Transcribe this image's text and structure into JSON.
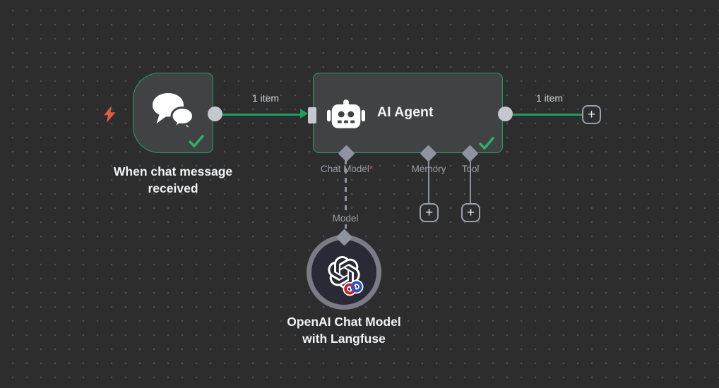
{
  "colors": {
    "canvas_background": "#2d2d2d",
    "grid_dot": "#4f5052",
    "node_background": "#414244",
    "node_border_green": "#23a161",
    "connection_green": "#1d9e5f",
    "checkmark_green": "#2eb069",
    "connector_light_gray": "#c5c7ce",
    "port_gray": "#8e93a2",
    "label_gray": "#9aa0a8",
    "trigger_bolt_red": "#e05a45",
    "required_asterisk_red": "#ea4d42",
    "model_node_background": "#2a2a36",
    "model_node_ring_gray": "#7b7b85"
  },
  "nodes": {
    "chat_trigger": {
      "title": "When chat message received",
      "icon": "chat-bubbles",
      "status": "success"
    },
    "ai_agent": {
      "title": "AI Agent",
      "icon": "robot",
      "status": "success",
      "ports": {
        "chat_model": {
          "label": "Chat Model",
          "required_mark": "*"
        },
        "memory": {
          "label": "Memory"
        },
        "tool": {
          "label": "Tool"
        }
      }
    },
    "openai_model": {
      "title": "OpenAI Chat Model with Langfuse",
      "icon": "openai-logo",
      "port_label": "Model"
    }
  },
  "edges": {
    "trigger_to_agent": {
      "label": "1 item"
    },
    "agent_output": {
      "label": "1 item"
    }
  },
  "buttons": {
    "add_memory": "+",
    "add_tool": "+",
    "add_next_node": "+"
  }
}
